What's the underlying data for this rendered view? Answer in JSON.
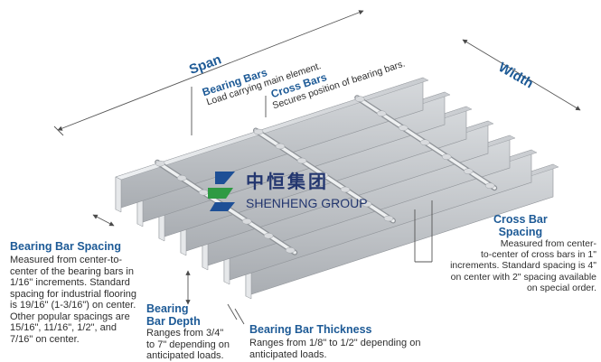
{
  "labels": {
    "span": "Span",
    "width": "Width",
    "bearing_bars": {
      "title": "Bearing Bars",
      "desc": "Load carrying main element."
    },
    "cross_bars": {
      "title": "Cross Bars",
      "desc": "Secures position of bearing bars."
    },
    "bearing_bar_spacing": {
      "title": "Bearing Bar Spacing",
      "lines": [
        "Measured from center-to-",
        "center of the bearing bars in",
        "1/16\" increments.  Standard",
        "spacing for industrial flooring",
        "is 19/16\" (1-3/16\") on center.",
        "Other popular spacings are",
        "15/16\", 11/16\", 1/2\", and",
        "7/16\" on center."
      ]
    },
    "bearing_bar_depth": {
      "title_lines": [
        "Bearing",
        "Bar Depth"
      ],
      "lines": [
        "Ranges from 3/4\"",
        "to 7\" depending on",
        "anticipated loads."
      ]
    },
    "bearing_bar_thickness": {
      "title": "Bearing Bar Thickness",
      "lines": [
        "Ranges from 1/8\" to 1/2\" depending on",
        "anticipated loads."
      ]
    },
    "cross_bar_spacing": {
      "title_lines": [
        "Cross Bar",
        "Spacing"
      ],
      "lines": [
        "Measured from center-",
        "to-center of cross bars in 1\"",
        "increments.  Standard spacing is 4\"",
        "on center with 2\" spacing available",
        "on special order."
      ]
    }
  },
  "logo": {
    "chinese": "中恒集团",
    "english": "SHENHENG GROUP",
    "colors": {
      "blue": "#1d4f96",
      "green": "#2e9a43",
      "text": "#23366f"
    }
  },
  "colors": {
    "heading": "#1d5a96",
    "body_text": "#2e2e2e",
    "steel": "#c9ccd0"
  }
}
